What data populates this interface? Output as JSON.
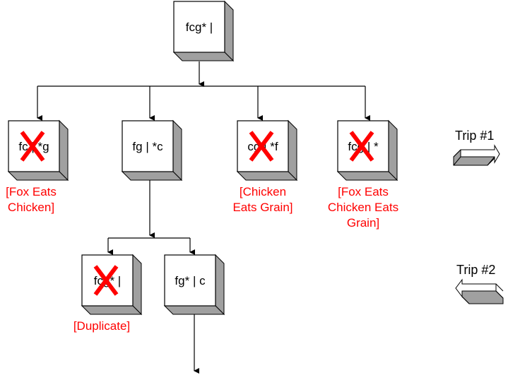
{
  "diagram": {
    "colors": {
      "rejected": "#ff0000",
      "box_face": "#ffffff",
      "box_side": "#a0a0a0",
      "line": "#000000"
    },
    "nodes": [
      {
        "id": "root",
        "label": "fcg* |",
        "rejected": false
      },
      {
        "id": "a1",
        "label": "fc | *g",
        "rejected": true,
        "reason": [
          "[Fox Eats",
          "Chicken]"
        ]
      },
      {
        "id": "a2",
        "label": "fg | *c",
        "rejected": false
      },
      {
        "id": "a3",
        "label": "cg | *f",
        "rejected": true,
        "reason": [
          "[Chicken",
          "Eats Grain]"
        ]
      },
      {
        "id": "a4",
        "label": "fcg | *",
        "rejected": true,
        "reason": [
          "[Fox Eats",
          "Chicken Eats",
          "Grain]"
        ]
      },
      {
        "id": "b1",
        "label": "fcg* |",
        "rejected": true,
        "reason": [
          "[Duplicate]"
        ]
      },
      {
        "id": "b2",
        "label": "fg* | c",
        "rejected": false
      }
    ],
    "reject_mark": "X",
    "trips": [
      {
        "label": "Trip #1",
        "direction": "right"
      },
      {
        "label": "Trip #2",
        "direction": "left"
      }
    ]
  }
}
